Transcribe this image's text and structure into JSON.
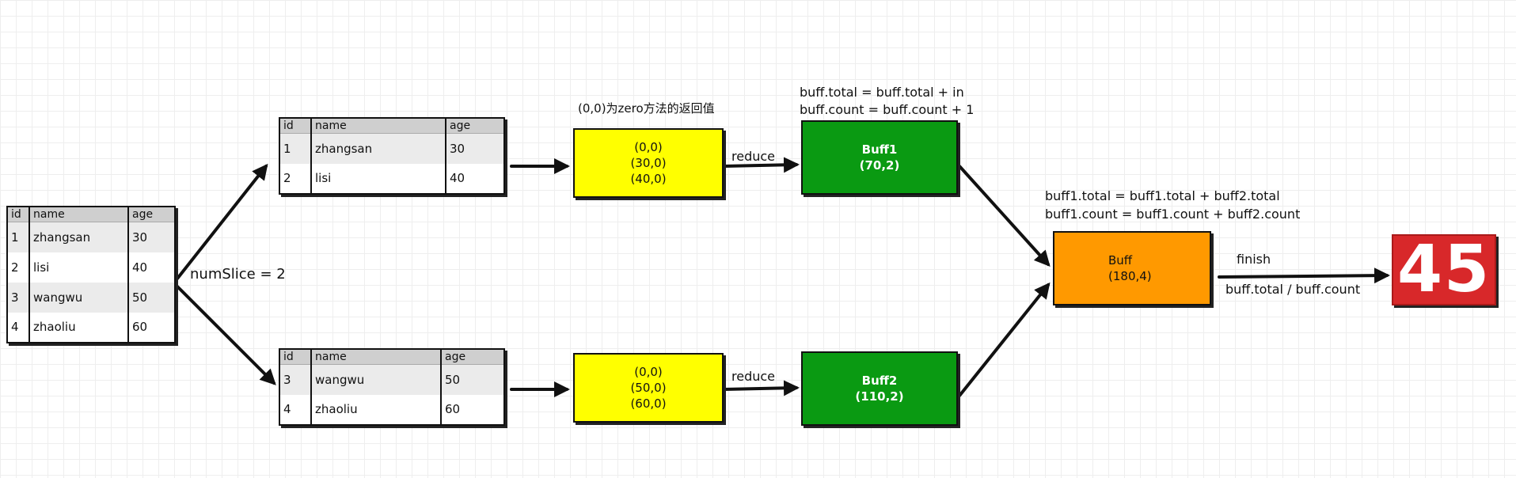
{
  "source_table": {
    "headers": [
      "id",
      "name",
      "age"
    ],
    "rows": [
      [
        "1",
        "zhangsan",
        "30"
      ],
      [
        "2",
        "lisi",
        "40"
      ],
      [
        "3",
        "wangwu",
        "50"
      ],
      [
        "4",
        "zhaoliu",
        "60"
      ]
    ]
  },
  "split_label": "numSlice = 2",
  "slice1_table": {
    "headers": [
      "id",
      "name",
      "age"
    ],
    "rows": [
      [
        "1",
        "zhangsan",
        "30"
      ],
      [
        "2",
        "lisi",
        "40"
      ]
    ]
  },
  "slice2_table": {
    "headers": [
      "id",
      "name",
      "age"
    ],
    "rows": [
      [
        "3",
        "wangwu",
        "50"
      ],
      [
        "4",
        "zhaoliu",
        "60"
      ]
    ]
  },
  "zero_note": "(0,0)为zero方法的返回值",
  "slice1_values": [
    "(0,0)",
    "(30,0)",
    "(40,0)"
  ],
  "slice2_values": [
    "(0,0)",
    "(50,0)",
    "(60,0)"
  ],
  "reduce_label_1": "reduce",
  "reduce_label_2": "reduce",
  "reduce_formula": [
    "buff.total = buff.total + in",
    "buff.count = buff.count + 1"
  ],
  "buff1": {
    "name": "Buff1",
    "value": "(70,2)"
  },
  "buff2": {
    "name": "Buff2",
    "value": "(110,2)"
  },
  "merge_formula": [
    "buff1.total = buff1.total + buff2.total",
    "buff1.count = buff1.count + buff2.count"
  ],
  "buff_merged": {
    "name": "Buff",
    "value": "(180,4)"
  },
  "finish_label": "finish",
  "finish_formula": "buff.total / buff.count",
  "result": "45",
  "colors": {
    "yellow": "#ffff00",
    "green": "#0a9a12",
    "orange": "#ff9900",
    "red": "#d8282a",
    "table_header": "#cfcfcf"
  }
}
